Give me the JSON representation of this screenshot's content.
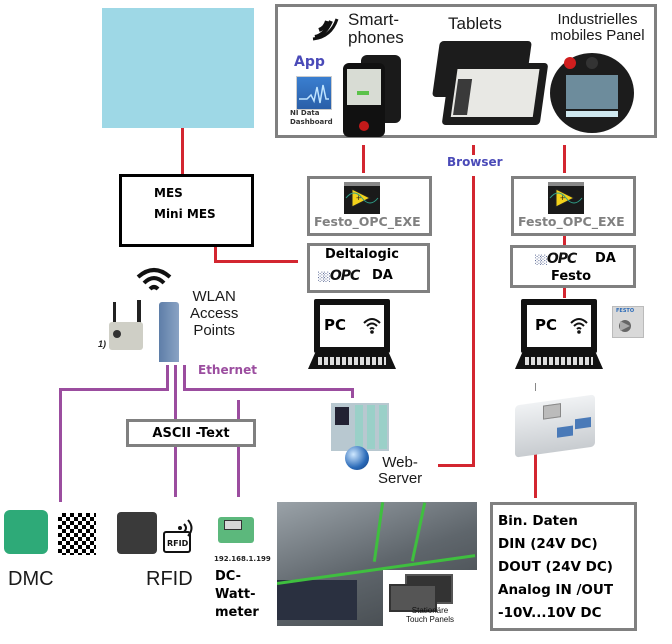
{
  "top_panel": {
    "app_label": "App",
    "app_name_line1": "NI Data",
    "app_name_line2": "Dashboard",
    "smartphones_line1": "Smart-",
    "smartphones_line2": "phones",
    "tablets": "Tablets",
    "industrial_line1": "Industrielles",
    "industrial_line2": "mobiles Panel"
  },
  "mes": {
    "line1": "MES",
    "line2": "Mini MES"
  },
  "browser_label": "Browser",
  "left_stack": {
    "exe_label": "Festo_OPC_EXE",
    "opc_title": "Deltalogic",
    "opc_logo": "OPC",
    "opc_suffix": "DA",
    "pc_label": "PC"
  },
  "right_stack": {
    "exe_label": "Festo_OPC_EXE",
    "opc_logo": "OPC",
    "opc_suffix": "DA",
    "opc_sub": "Festo",
    "pc_label": "PC",
    "festo_badge": "FESTO"
  },
  "wlan": {
    "line1": "WLAN",
    "line2": "Access",
    "line3": "Points",
    "footnote": "1)"
  },
  "ethernet_label": "Ethernet",
  "ascii_label": "ASCII -Text",
  "webserver": {
    "line1": "Web-",
    "line2": "Server"
  },
  "devices": {
    "dmc": "DMC",
    "rfid": "RFID",
    "rfid_icon_text": "RFID",
    "wattmeter_ip": "192.168.1.199",
    "wattmeter_line1": "DC-",
    "wattmeter_line2": "Watt-",
    "wattmeter_line3": "meter"
  },
  "stationary": {
    "line1": "Stationäre",
    "line2": "Touch Panels"
  },
  "io_box": {
    "lines": [
      "Bin. Daten",
      "DIN (24V DC)",
      "DOUT (24V DC)",
      "Analog IN /OUT",
      "-10V...10V DC"
    ]
  },
  "colors": {
    "red_link": "#d32630",
    "ethernet_purple": "#9b4d9f",
    "browser_blue": "#4a4ab8",
    "placeholder_blue": "#9ed8e6",
    "box_gray": "#808080"
  }
}
